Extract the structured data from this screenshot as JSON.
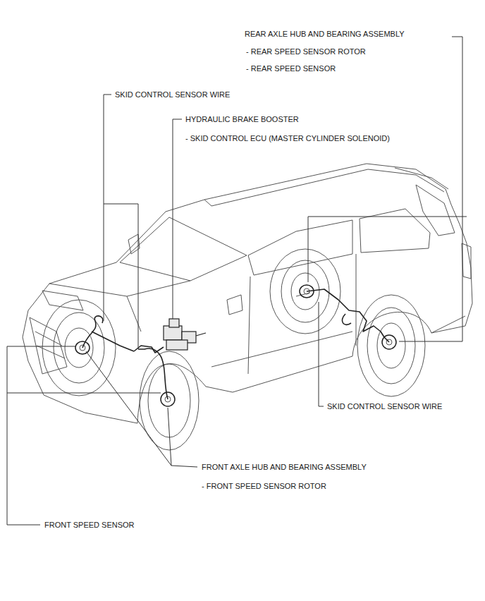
{
  "diagram": {
    "labels": [
      "REAR AXLE HUB AND BEARING ASSEMBLY",
      "- REAR SPEED SENSOR ROTOR",
      "- REAR SPEED SENSOR",
      "SKID CONTROL SENSOR WIRE",
      "HYDRAULIC BRAKE BOOSTER",
      "- SKID CONTROL ECU (MASTER CYLINDER SOLENOID)",
      "SKID CONTROL SENSOR WIRE",
      "FRONT AXLE HUB AND BEARING ASSEMBLY",
      "- FRONT SPEED SENSOR ROTOR",
      "FRONT SPEED SENSOR"
    ]
  }
}
